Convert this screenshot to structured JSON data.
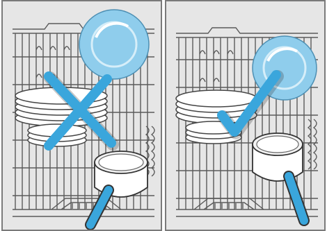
{
  "figure": {
    "panels": [
      {
        "id": "left",
        "verdict": "incorrect",
        "mark_icon": "cross-icon"
      },
      {
        "id": "right",
        "verdict": "correct",
        "mark_icon": "check-icon"
      }
    ],
    "colors": {
      "background": "#e6e6e6",
      "rack_line": "#555555",
      "mark": "#3aa6dc",
      "plate_blue": "#8fcdec",
      "frame": "#7a7a7a"
    }
  }
}
